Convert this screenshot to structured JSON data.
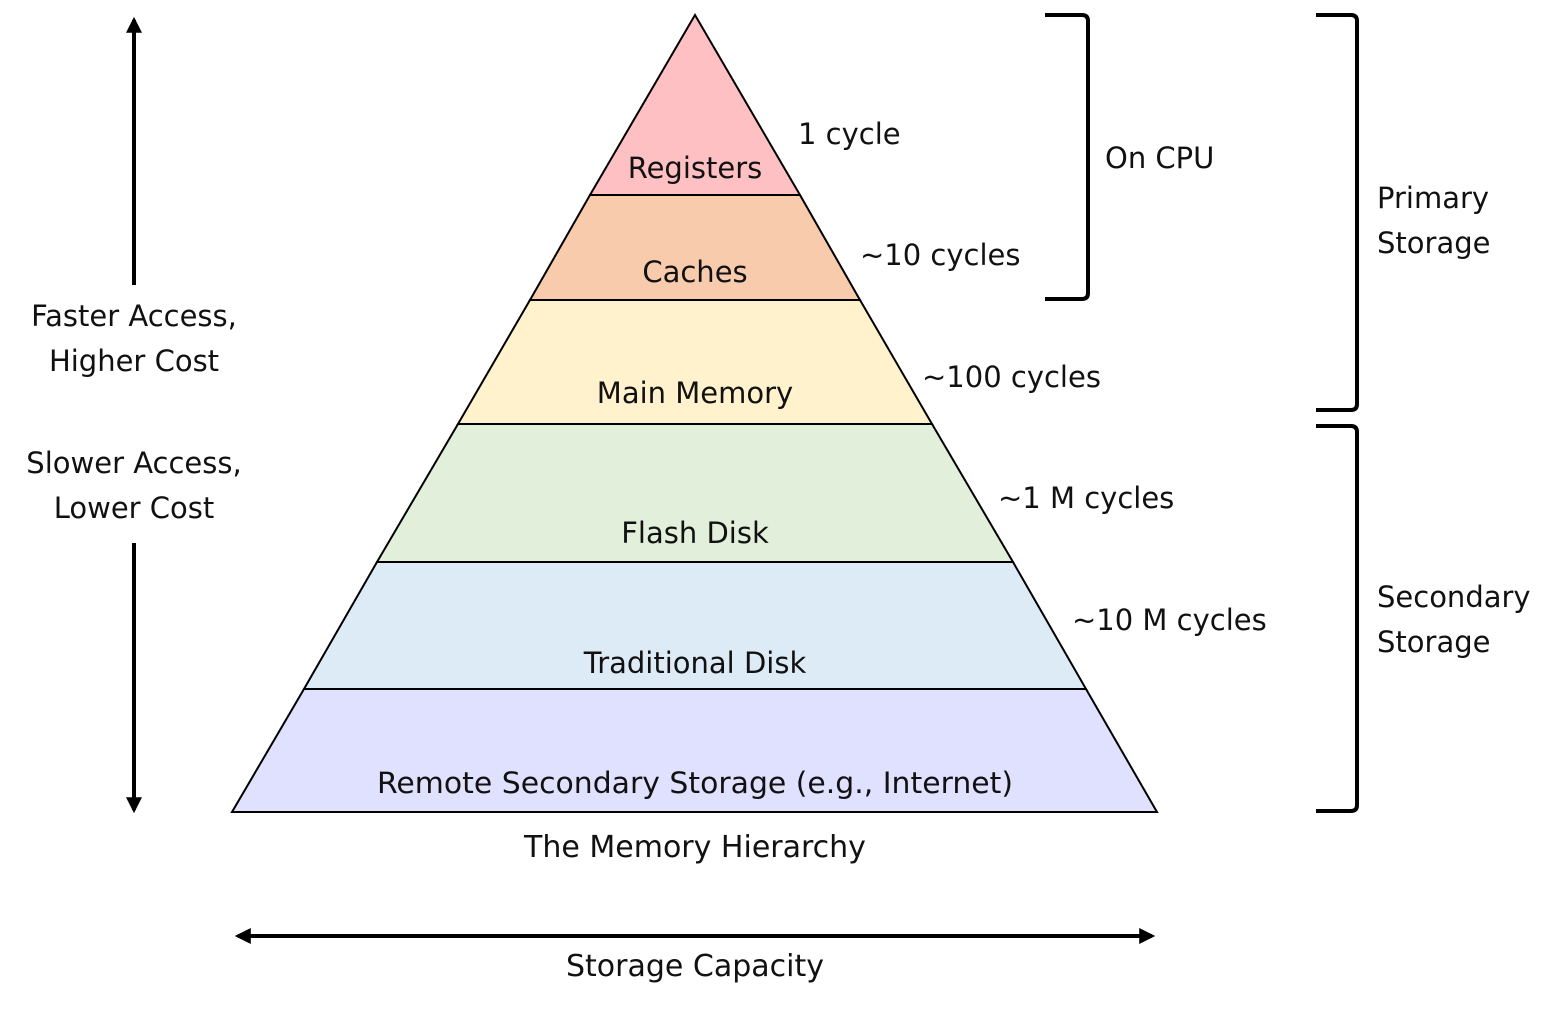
{
  "pyramid": {
    "layers": [
      {
        "label": "Registers",
        "latency": "1 cycle",
        "color": "#FFC0C3"
      },
      {
        "label": "Caches",
        "latency": "~10 cycles",
        "color": "#F8CBAD"
      },
      {
        "label": "Main Memory",
        "latency": "~100 cycles",
        "color": "#FFF2CC"
      },
      {
        "label": "Flash Disk",
        "latency": "~1 M cycles",
        "color": "#E2EFDA"
      },
      {
        "label": "Traditional Disk",
        "latency": "~10 M cycles",
        "color": "#DDEBF7"
      },
      {
        "label": "Remote Secondary Storage (e.g., Internet)",
        "latency": "",
        "color": "#E0E0FF"
      }
    ],
    "caption": "The Memory Hierarchy"
  },
  "left_axis": {
    "top_label": [
      "Faster Access,",
      "Higher Cost"
    ],
    "bottom_label": [
      "Slower Access,",
      "Lower Cost"
    ]
  },
  "bottom_axis": {
    "label": "Storage Capacity"
  },
  "brackets": {
    "on_cpu": "On CPU",
    "primary": [
      "Primary",
      "Storage"
    ],
    "secondary": [
      "Secondary",
      "Storage"
    ]
  }
}
